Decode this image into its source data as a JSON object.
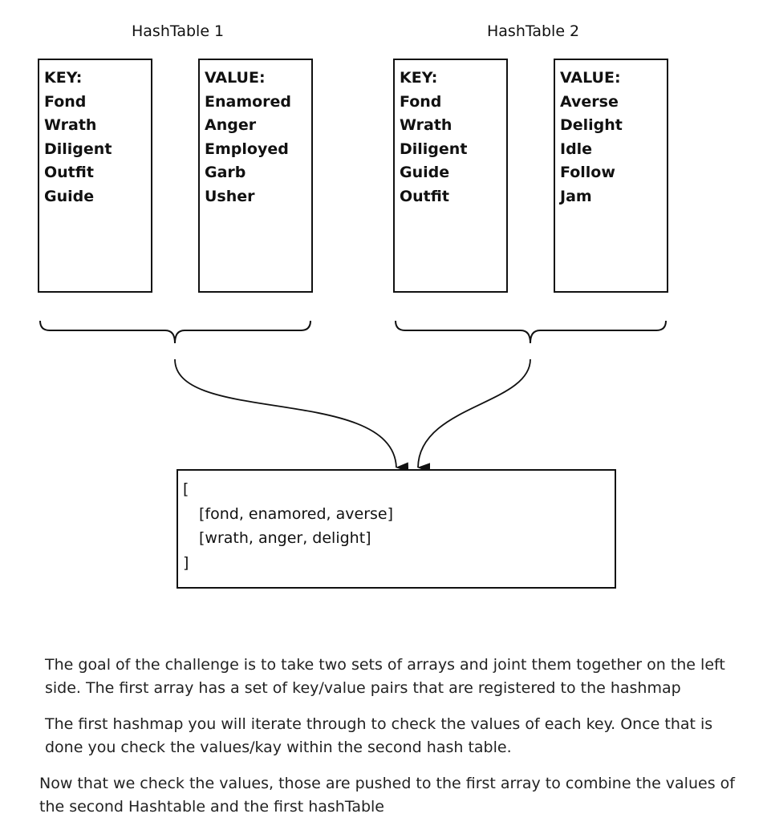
{
  "hashtable1": {
    "title": "HashTable 1",
    "keys_header": "KEY:",
    "keys": [
      "Fond",
      "Wrath",
      "Diligent",
      "Outfit",
      "Guide"
    ],
    "values_header": "VALUE:",
    "values": [
      "Enamored",
      "Anger",
      "Employed",
      "Garb",
      "Usher"
    ]
  },
  "hashtable2": {
    "title": "HashTable 2",
    "keys_header": "KEY:",
    "keys": [
      "Fond",
      "Wrath",
      "Diligent",
      "Guide",
      "Outfit"
    ],
    "values_header": "VALUE:",
    "values": [
      "Averse",
      "Delight",
      "Idle",
      "Follow",
      "Jam"
    ]
  },
  "result": {
    "open_bracket": "[",
    "rows": [
      "[fond, enamored, averse]",
      "[wrath, anger, delight]"
    ],
    "close_bracket": "]"
  },
  "description": [
    "The goal of the challenge is to take two sets of arrays and joint them together on the left side. The first array has a set of key/value pairs that are registered to the hashmap",
    "The first hashmap you will iterate through to check the values of each key. Once that is done you check the values/kay within the second hash table.",
    "Now that we check the values, those are pushed to the first array to combine the values of the second Hashtable and the first hashTable"
  ]
}
